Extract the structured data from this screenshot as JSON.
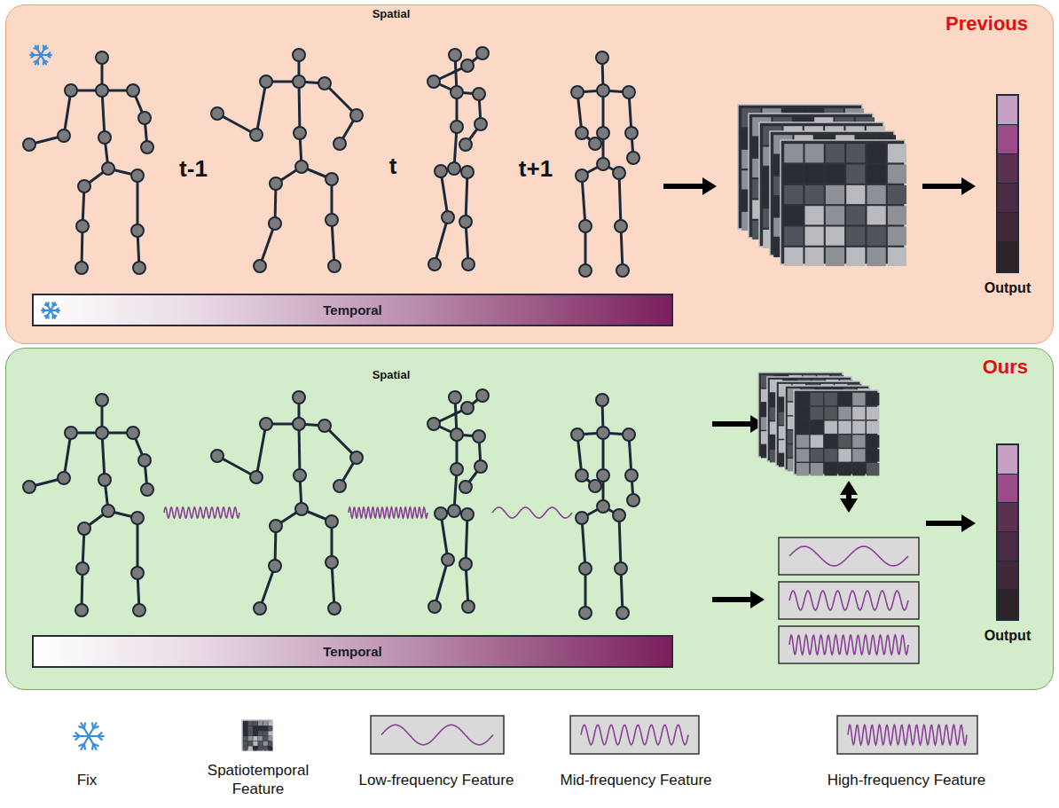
{
  "diagram": {
    "nodes": [
      {
        "text": [
          "Previous"
        ]
      },
      {
        "text": [
          "Temporal"
        ],
        "in": 0
      },
      {
        "text": [
          "Output"
        ],
        "in": 0
      },
      {
        "text": [
          "Ours"
        ]
      },
      {
        "text": [
          "Temporal"
        ],
        "in": 3
      },
      {
        "text": [
          "Output"
        ],
        "in": 3
      }
    ],
    "labels": [
      "Spatial",
      "t-1",
      "t",
      "t+1",
      "Spatial"
    ],
    "legend": [
      {
        "text": "Fix"
      },
      {
        "text": "Spatiotemporal Feature"
      },
      {
        "text": "Low-frequency Feature"
      },
      {
        "text": "Mid-frequency Feature"
      },
      {
        "text": "High-frequency Feature"
      }
    ]
  }
}
